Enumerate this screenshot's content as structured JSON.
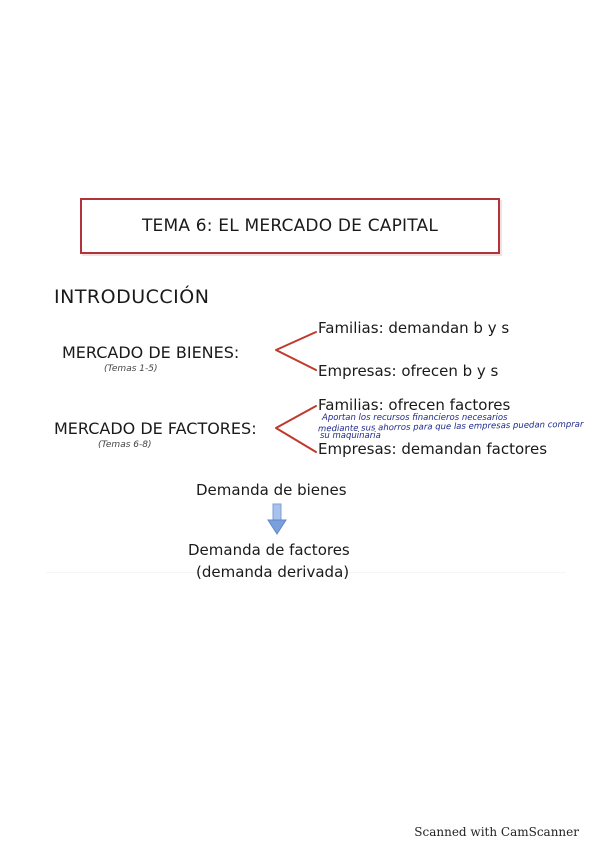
{
  "title": "TEMA 6: EL MERCADO DE CAPITAL",
  "intro_heading": "INTRODUCCIÓN",
  "bienes": {
    "label": "MERCADO DE BIENES:",
    "note": "(Temas 1-5)",
    "line1": "Familias: demandan b y s",
    "line2": "Empresas: ofrecen b y s"
  },
  "factores": {
    "label": "MERCADO DE FACTORES:",
    "note": "(Temas 6-8)",
    "line1": "Familias: ofrecen factores",
    "handwritten_1": "Aportan los recursos financieros necesarios",
    "handwritten_2": "mediante sus ahorros para que las empresas puedan comprar",
    "handwritten_3": "su maquinaria",
    "line2": "Empresas: demandan factores"
  },
  "flow": {
    "top": "Demanda de bienes",
    "bottom_1": "Demanda de factores",
    "bottom_2": "(demanda derivada)"
  },
  "colors": {
    "accent_red": "#c0392b",
    "arrow_blue": "#7a9fdc",
    "handwriting_blue": "#1d2a8a"
  },
  "footer": "Scanned with CamScanner"
}
